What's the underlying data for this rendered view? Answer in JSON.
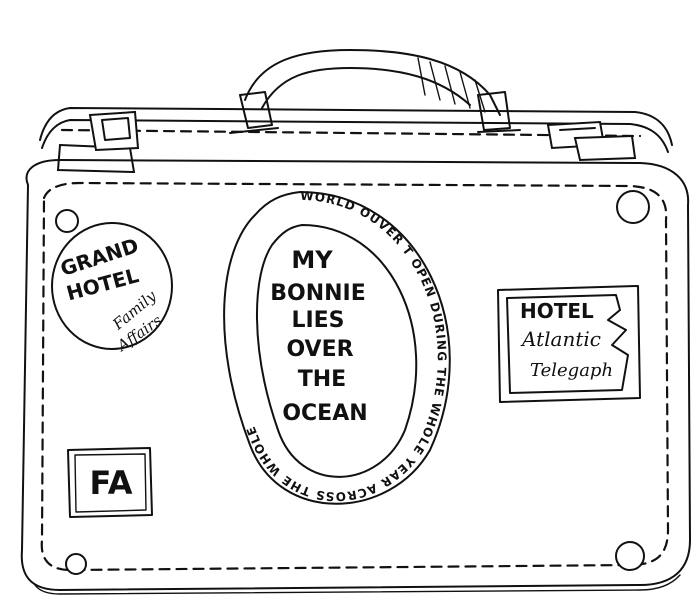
{
  "stickers": {
    "grand_hotel": {
      "line1": "GRAND",
      "line2": "HOTEL",
      "script1": "Family",
      "script2": "Affairs"
    },
    "oval": {
      "center_lines": [
        "MY",
        "BONNIE",
        "LIES",
        "OVER",
        "THE",
        "OCEAN"
      ],
      "ring_text": "WORLD OUVER T OPEN DURING THE WHOLE YEAR ACROSS THE WHOLE"
    },
    "hotel_atlantic": {
      "line1": "HOTEL",
      "script1": "Atlantic",
      "script2": "Telegaph"
    },
    "fa": {
      "label": "FA"
    }
  }
}
